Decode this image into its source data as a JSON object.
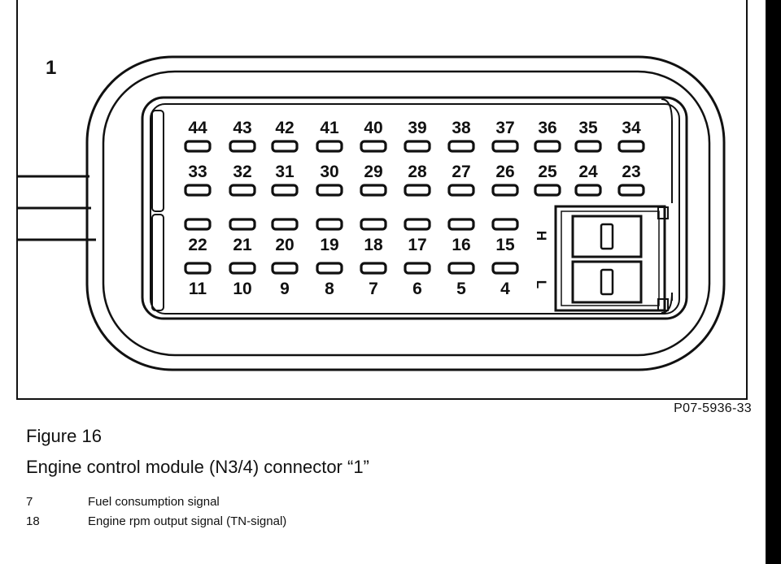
{
  "connector_label": "1",
  "rows": [
    {
      "pins": [
        "44",
        "43",
        "42",
        "41",
        "40",
        "39",
        "38",
        "37",
        "36",
        "35",
        "34"
      ],
      "label_side": "above"
    },
    {
      "pins": [
        "33",
        "32",
        "31",
        "30",
        "29",
        "28",
        "27",
        "26",
        "25",
        "24",
        "23"
      ],
      "label_side": "above"
    },
    {
      "pins": [
        "22",
        "21",
        "20",
        "19",
        "18",
        "17",
        "16",
        "15"
      ],
      "label_side": "below"
    },
    {
      "pins": [
        "11",
        "10",
        "9",
        "8",
        "7",
        "6",
        "5",
        "4"
      ],
      "label_side": "below"
    }
  ],
  "side_marks": {
    "high": "H",
    "low": "L"
  },
  "reference_code": "P07-5936-33",
  "figure_title": "Figure 16",
  "figure_caption": "Engine control module (N3/4) connector “1”",
  "legend": [
    {
      "pin": "7",
      "description": "Fuel consumption signal"
    },
    {
      "pin": "18",
      "description": "Engine rpm output signal (TN-signal)"
    }
  ]
}
